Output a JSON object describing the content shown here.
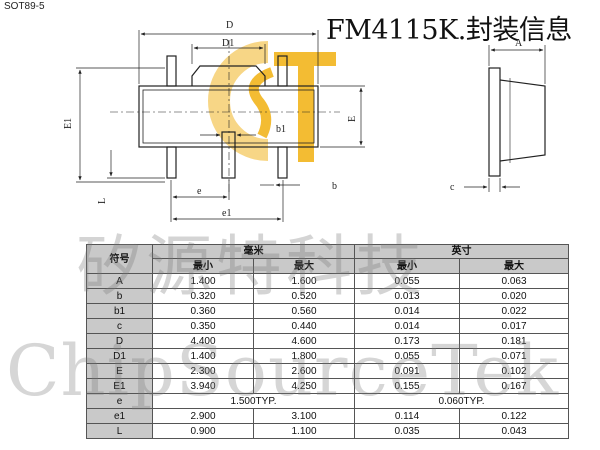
{
  "package_label": "SOT89-5",
  "title": "FM4115K.封装信息",
  "watermark": {
    "chinese": "矽源特科技",
    "english": "ChipSourceTek"
  },
  "drawing_labels": {
    "D": "D",
    "D1": "D1",
    "E1": "E1",
    "E": "E",
    "b1": "b1",
    "b": "b",
    "L": "L",
    "e": "e",
    "e1": "e1",
    "A": "A",
    "c": "c"
  },
  "logo": {
    "color_gold": "#f2b51e",
    "color_gold_light": "#f7d27a"
  },
  "table": {
    "symbol_header": "符号",
    "mm_header": "毫米",
    "inch_header": "英寸",
    "min_label": "最小",
    "max_label": "最大",
    "rows": [
      {
        "sym": "A",
        "mm_min": "1.400",
        "mm_max": "1.600",
        "in_min": "0.055",
        "in_max": "0.063"
      },
      {
        "sym": "b",
        "mm_min": "0.320",
        "mm_max": "0.520",
        "in_min": "0.013",
        "in_max": "0.020"
      },
      {
        "sym": "b1",
        "mm_min": "0.360",
        "mm_max": "0.560",
        "in_min": "0.014",
        "in_max": "0.022"
      },
      {
        "sym": "c",
        "mm_min": "0.350",
        "mm_max": "0.440",
        "in_min": "0.014",
        "in_max": "0.017"
      },
      {
        "sym": "D",
        "mm_min": "4.400",
        "mm_max": "4.600",
        "in_min": "0.173",
        "in_max": "0.181"
      },
      {
        "sym": "D1",
        "mm_min": "1.400",
        "mm_max": "1.800",
        "in_min": "0.055",
        "in_max": "0.071"
      },
      {
        "sym": "E",
        "mm_min": "2.300",
        "mm_max": "2.600",
        "in_min": "0.091",
        "in_max": "0.102"
      },
      {
        "sym": "E1",
        "mm_min": "3.940",
        "mm_max": "4.250",
        "in_min": "0.155",
        "in_max": "0.167"
      },
      {
        "sym": "e",
        "mm_typ": "1.500TYP.",
        "in_typ": "0.060TYP."
      },
      {
        "sym": "e1",
        "mm_min": "2.900",
        "mm_max": "3.100",
        "in_min": "0.114",
        "in_max": "0.122"
      },
      {
        "sym": "L",
        "mm_min": "0.900",
        "mm_max": "1.100",
        "in_min": "0.035",
        "in_max": "0.043"
      }
    ]
  }
}
